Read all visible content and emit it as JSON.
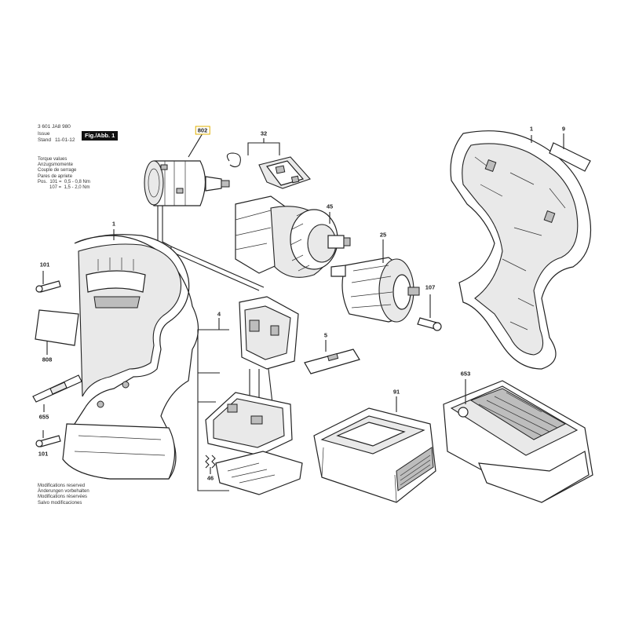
{
  "header": {
    "code": "3 601 JA8 980",
    "issue_label": "Issue",
    "stand_label": "Stand",
    "date": "11-01-12",
    "figure": "Fig./Abb. 1"
  },
  "torque": {
    "lines": [
      "Torque values",
      "Anzugsmomente",
      "Couple de serrage",
      "Pares de apriete",
      "Pos.  101 =  0,5 - 0,8 Nm",
      "         107 =  1,5 - 2,0 Nm"
    ]
  },
  "footer": {
    "lines": [
      "Modifications reserved",
      "Änderungen vorbehalten",
      "Modifications réservées",
      "Salvo modificaciones"
    ]
  },
  "parts": {
    "p802": "802",
    "p32": "32",
    "p1_right": "1",
    "p9": "9",
    "p45": "45",
    "p1_left": "1",
    "p101_top": "101",
    "p25": "25",
    "p107": "107",
    "p808": "808",
    "p4": "4",
    "p5": "5",
    "p653": "653",
    "p91": "91",
    "p655": "655",
    "p101_bottom": "101",
    "p46": "46"
  },
  "colors": {
    "highlight_box": "#e0b000"
  }
}
